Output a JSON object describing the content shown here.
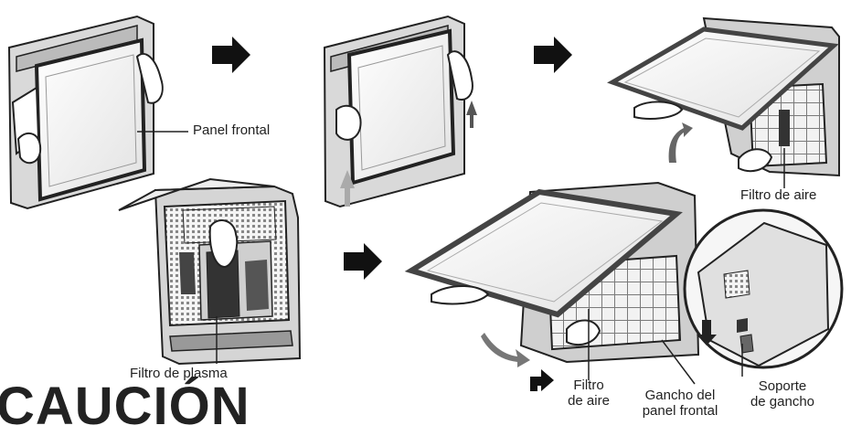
{
  "labels": {
    "panel_frontal": "Panel frontal",
    "filtro_de_aire_top": "Filtro de aire",
    "filtro_de_plasma": "Filtro de plasma",
    "filtro_de_aire_bottom_1": "Filtro",
    "filtro_de_aire_bottom_2": "de aire",
    "gancho_1": "Gancho del",
    "gancho_2": "panel frontal",
    "soporte_1": "Soporte",
    "soporte_2": "de gancho"
  },
  "heading": "CAUCIÓN",
  "colors": {
    "line": "#222222",
    "panel_fill": "#e6e6e6",
    "dark_fill": "#3a3a3a",
    "mid_fill": "#9a9a9a"
  },
  "icons": [
    "right-arrow-icon",
    "right-arrow-icon",
    "right-arrow-icon",
    "up-arrow-icon",
    "curved-arrow-icon"
  ]
}
